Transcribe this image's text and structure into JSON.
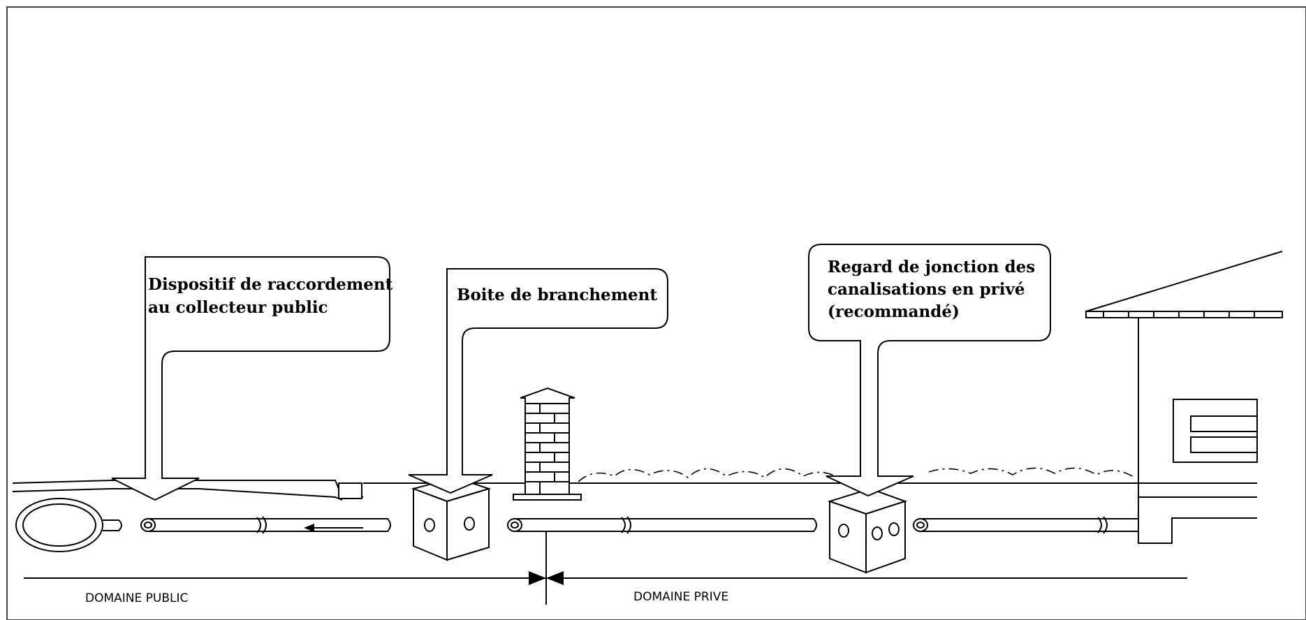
{
  "callouts": {
    "dispositif": {
      "lines": [
        "Dispositif de raccordement",
        "au collecteur public"
      ]
    },
    "boite": {
      "lines": [
        "Boite de branchement"
      ]
    },
    "regard": {
      "lines": [
        "Regard de jonction des",
        "canalisations en privé",
        "(recommandé)"
      ]
    }
  },
  "domains": {
    "public": "DOMAINE PUBLIC",
    "prive": "DOMAINE PRIVE"
  }
}
